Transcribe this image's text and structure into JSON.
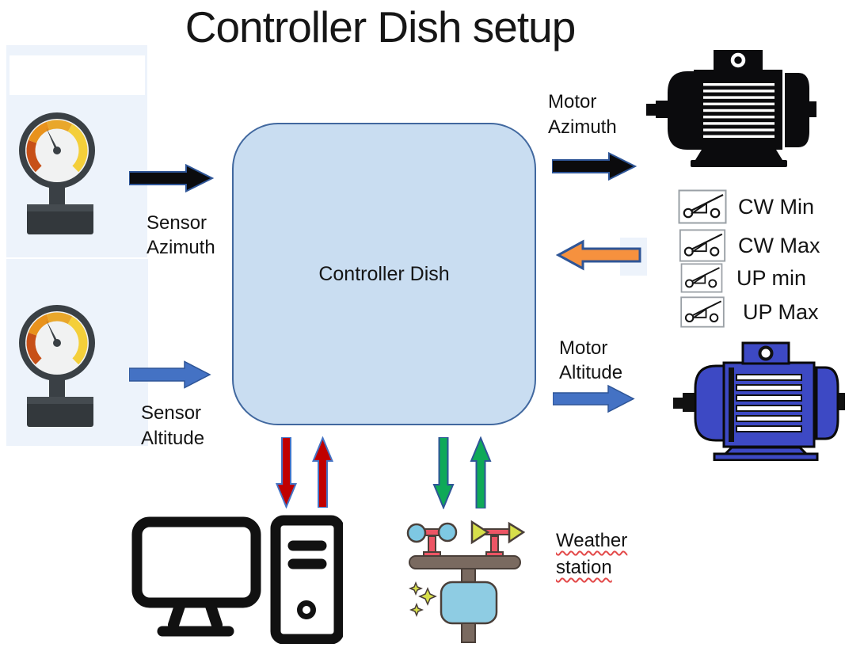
{
  "title": "Controller Dish setup",
  "controller": {
    "label": "Controller Dish"
  },
  "labels": {
    "sensor_azimuth": [
      "Sensor",
      "Azimuth"
    ],
    "sensor_altitude": [
      "Sensor",
      "Altitude"
    ],
    "motor_azimuth": [
      "Motor",
      "Azimuth"
    ],
    "motor_altitude": [
      "Motor",
      "Altitude"
    ],
    "weather_station": [
      "Weather",
      "station"
    ]
  },
  "limit_switches": [
    "CW Min",
    "CW Max",
    "UP min",
    "UP Max"
  ],
  "colors": {
    "controller_fill": "#C9DDF1",
    "controller_border": "#41689F",
    "arrow_outline_dark_blue": "#2E5597",
    "black_arrow": "#0B0B0D",
    "blue_arrow": "#4472C4",
    "orange_arrow": "#F6913E",
    "red_arrow": "#C00000",
    "green_arrow": "#0FA958",
    "gauge_bezel": "#3A4045",
    "gauge_red": "#C75018",
    "gauge_orange": "#E8921C",
    "gauge_amber": "#E9A72B",
    "gauge_yellow": "#F4CF3A",
    "motor_blue": "#3D49C4",
    "weather_cup_blue": "#7EC8E3",
    "weather_pink": "#ED5565",
    "weather_brown": "#7A6A60",
    "weather_yellow": "#D7DF4A",
    "spellcheck_underline": "#E34A4A"
  }
}
